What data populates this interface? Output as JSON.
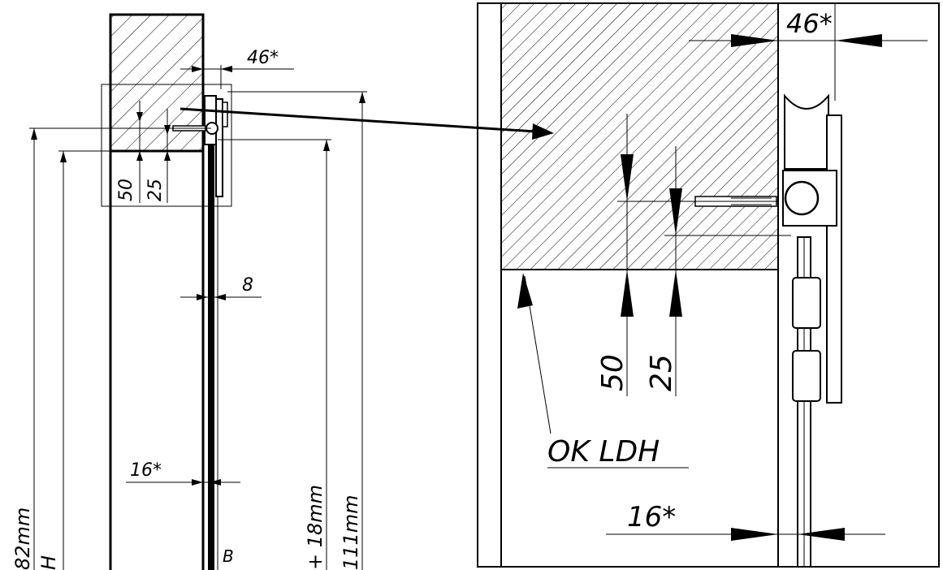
{
  "left_view": {
    "dim_46": "46*",
    "dim_8": "8",
    "dim_16": "16*",
    "dim_50": "50",
    "dim_25": "25",
    "dim_82mm": "82mm",
    "dim_h": "H",
    "dim_18mm": "+ 18mm",
    "dim_111mm": "111mm",
    "label_b": "B"
  },
  "detail_view": {
    "dim_46": "46*",
    "dim_16": "16*",
    "dim_50": "50",
    "dim_25": "25",
    "label_ok_ldh": "OK LDH"
  }
}
